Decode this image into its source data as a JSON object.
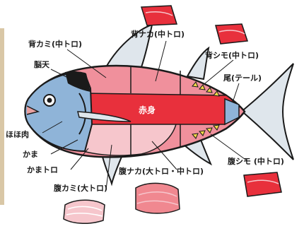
{
  "diagram": {
    "labels": {
      "se_kami": "背カミ(中トロ)",
      "se_naka": "背ナカ(中トロ)",
      "se_shimo": "背シモ(中トロ)",
      "noten": "脳天",
      "o": "尾(テール)",
      "akami": "赤身",
      "hohoniku": "ほほ肉",
      "kama": "かま",
      "kamatoro": "かまトロ",
      "hara_kami": "腹カミ(大トロ)",
      "hara_naka": "腹ナカ(大トロ・中トロ)",
      "hara_shimo": "腹シモ (中トロ)"
    },
    "colors": {
      "body_pink": "#f0909c",
      "akami_red": "#e8303c",
      "otoro_pink": "#f6c6cc",
      "head_blue": "#8fb4d8",
      "fin_grey": "#dfe6ec",
      "outline": "#1a1a1a",
      "finlet_yellow": "#f2d848"
    }
  }
}
